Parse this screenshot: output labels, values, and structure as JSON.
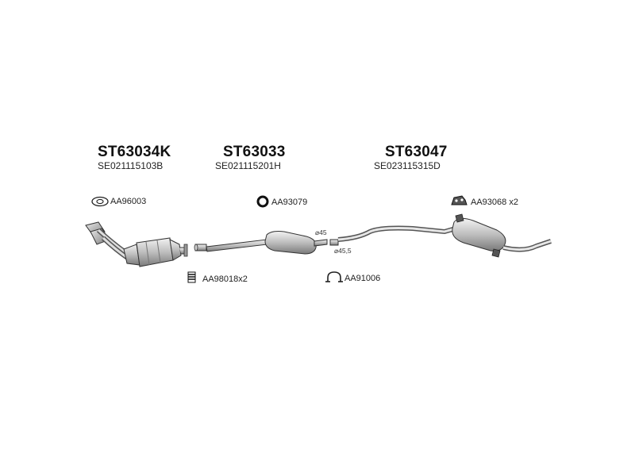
{
  "assemblies": [
    {
      "part_number": "ST63034K",
      "reference": "SE021115103B"
    },
    {
      "part_number": "ST63033",
      "reference": "SE021115201H"
    },
    {
      "part_number": "ST63047",
      "reference": "SE023115315D"
    }
  ],
  "accessories": {
    "gasket": "AA96003",
    "ring": "AA93079",
    "rubber_mount": "AA93068",
    "rubber_mount_qty": "x2",
    "spring": "AA98018",
    "spring_qty": "x2",
    "clamp": "AA91006"
  },
  "dimensions": {
    "pipe_inlet": "⌀45",
    "pipe_outlet": "⌀45,5"
  }
}
